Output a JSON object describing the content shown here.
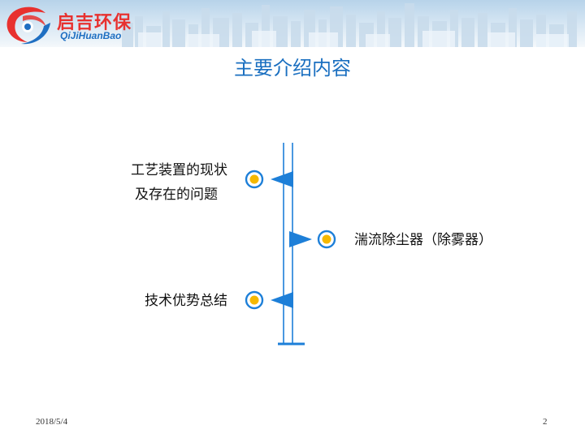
{
  "header": {
    "logo_text_cn": "启吉环保",
    "logo_text_en": "QiJiHuanBao",
    "logo_icon": "red-blue-swirl-logo-icon"
  },
  "slide": {
    "title": "主要介绍内容",
    "items": [
      {
        "line1": "工艺装置的现状",
        "line2": "及存在的问题"
      },
      {
        "line1": "湍流除尘器（除雾器）"
      },
      {
        "line1": "技术优势总结"
      }
    ]
  },
  "footer": {
    "date": "2018/5/4",
    "page_number": "2"
  },
  "colors": {
    "title": "#1a6fc0",
    "accent_blue": "#1d7fd8",
    "dot_fill": "#f5b800",
    "logo_red": "#e8312f",
    "logo_blue": "#1f6fc2"
  }
}
